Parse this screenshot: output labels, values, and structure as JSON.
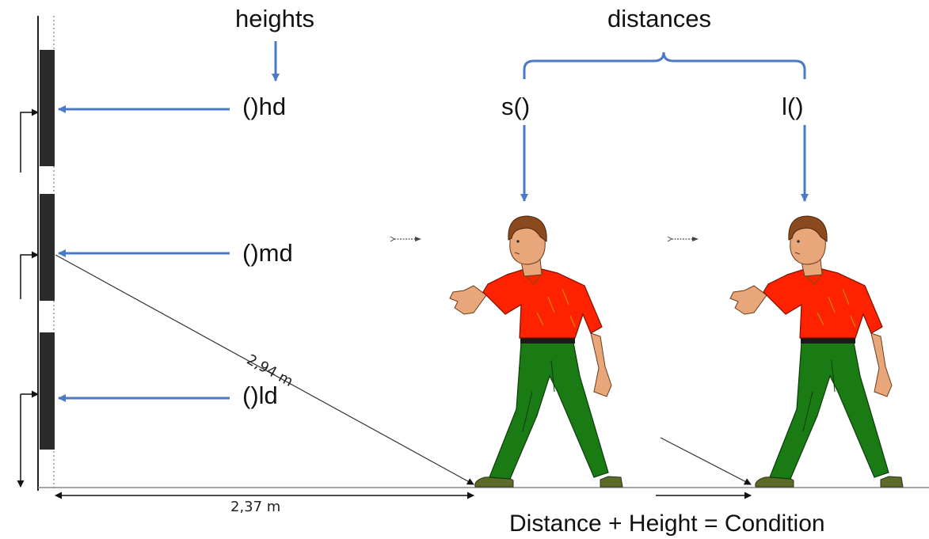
{
  "headers": {
    "heights": "heights",
    "distances": "distances"
  },
  "height_labels": {
    "high": "()hd",
    "medium": "()md",
    "low": "()ld"
  },
  "distance_labels": {
    "short": "s()",
    "long": "l()"
  },
  "measurements": {
    "diagonal": "2,94 m",
    "horizontal": "2,37 m"
  },
  "caption": "Distance + Height = Condition",
  "colors": {
    "arrow": "#4a7ac7",
    "bracket": "#4a7ac7",
    "dartboard": "#2b2b2b",
    "shirt": "#ff2200",
    "trousers": "#1a7a14",
    "shoes": "#5c6a2a",
    "skin": "#e8a77a",
    "hair": "#8b4a1e"
  }
}
